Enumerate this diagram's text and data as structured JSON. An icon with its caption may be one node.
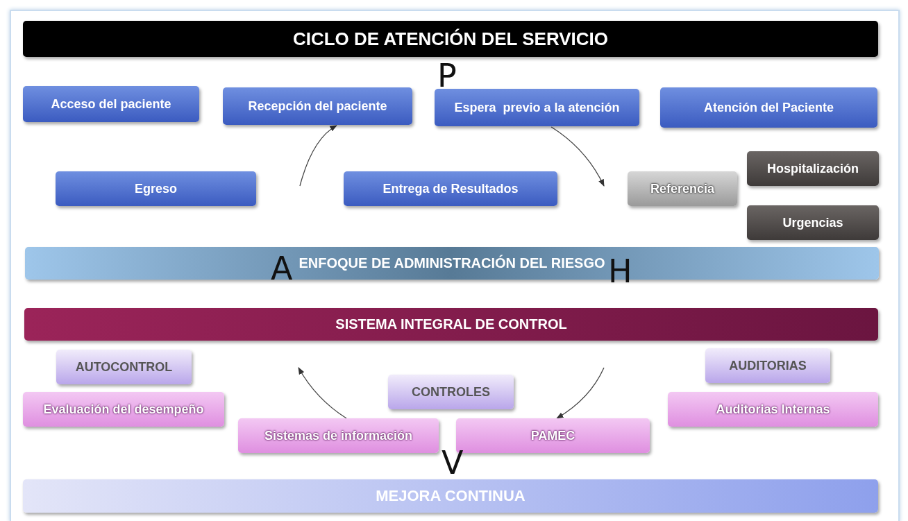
{
  "diagram": {
    "nodes": [
      {
        "text": [
          "CICLO DE ATENCIÓN DEL SERVICIO"
        ]
      },
      {
        "text": [
          "Acceso del paciente"
        ]
      },
      {
        "text": [
          "Recepción del paciente"
        ]
      },
      {
        "text": [
          "Espera  previo a la atención"
        ]
      },
      {
        "text": [
          "Atención del Paciente"
        ]
      },
      {
        "text": [
          "Egreso"
        ]
      },
      {
        "text": [
          "Entrega de Resultados"
        ]
      },
      {
        "text": [
          "Referencia"
        ]
      },
      {
        "text": [
          "Hospitalización"
        ]
      },
      {
        "text": [
          "Urgencias"
        ]
      },
      {
        "text": [
          "ENFOQUE DE ADMINISTRACIÓN DEL RIESGO"
        ]
      },
      {
        "text": [
          "SISTEMA INTEGRAL DE CONTROL"
        ]
      },
      {
        "text": [
          "AUTOCONTROL"
        ]
      },
      {
        "text": [
          "AUDITORIAS"
        ]
      },
      {
        "text": [
          "CONTROLES"
        ]
      },
      {
        "text": [
          "Evaluación del desempeño"
        ]
      },
      {
        "text": [
          "Auditorias Internas"
        ]
      },
      {
        "text": [
          "Sistemas de información"
        ]
      },
      {
        "text": [
          "PAMEC"
        ]
      },
      {
        "text": [
          "MEJORA CONTINUA"
        ]
      }
    ],
    "edges": [
      {
        "from": null,
        "to": 2,
        "arrow": "to"
      },
      {
        "from": 3,
        "to": null,
        "arrow": "to"
      },
      {
        "from": null,
        "to": 18,
        "arrow": "to"
      },
      {
        "from": 17,
        "to": null,
        "arrow": "to"
      }
    ],
    "labels": [
      "P",
      "A",
      "H",
      "V"
    ]
  }
}
